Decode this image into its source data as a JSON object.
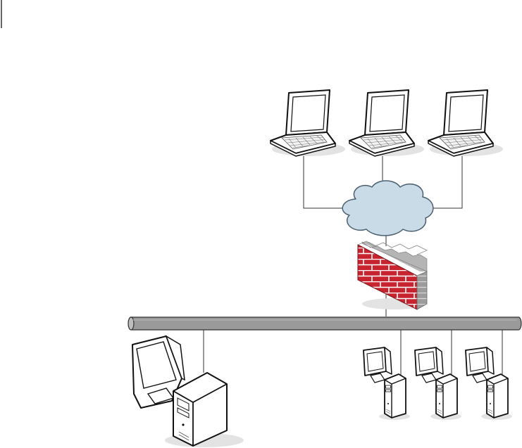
{
  "diagram": {
    "type": "network-topology",
    "nodes": [
      {
        "id": "laptop-1",
        "kind": "laptop",
        "icon": "laptop-icon"
      },
      {
        "id": "laptop-2",
        "kind": "laptop",
        "icon": "laptop-icon"
      },
      {
        "id": "laptop-3",
        "kind": "laptop",
        "icon": "laptop-icon"
      },
      {
        "id": "internet",
        "kind": "cloud",
        "icon": "cloud-icon"
      },
      {
        "id": "firewall",
        "kind": "firewall",
        "icon": "firewall-icon"
      },
      {
        "id": "lan-bus",
        "kind": "network-bus",
        "icon": "bus-icon"
      },
      {
        "id": "server",
        "kind": "server-with-monitor",
        "icon": "server-icon"
      },
      {
        "id": "workstation-1",
        "kind": "workstation",
        "icon": "workstation-icon"
      },
      {
        "id": "workstation-2",
        "kind": "workstation",
        "icon": "workstation-icon"
      },
      {
        "id": "workstation-3",
        "kind": "workstation",
        "icon": "workstation-icon"
      }
    ],
    "edges": [
      [
        "laptop-1",
        "internet"
      ],
      [
        "laptop-2",
        "internet"
      ],
      [
        "laptop-3",
        "internet"
      ],
      [
        "internet",
        "firewall"
      ],
      [
        "firewall",
        "lan-bus"
      ],
      [
        "lan-bus",
        "server"
      ],
      [
        "lan-bus",
        "workstation-1"
      ],
      [
        "lan-bus",
        "workstation-2"
      ],
      [
        "lan-bus",
        "workstation-3"
      ]
    ],
    "colors": {
      "cloud_fill": "#c9dbe6",
      "cloud_stroke": "#4a6070",
      "brick": "#c8242f",
      "mortar": "#ffffff",
      "wall_top": "#b5b5b5",
      "wall_side": "#8f8f8f",
      "bus_fill": "#9a9a9a",
      "device_outline": "#111111",
      "shadow": "#e3e3e3"
    }
  }
}
